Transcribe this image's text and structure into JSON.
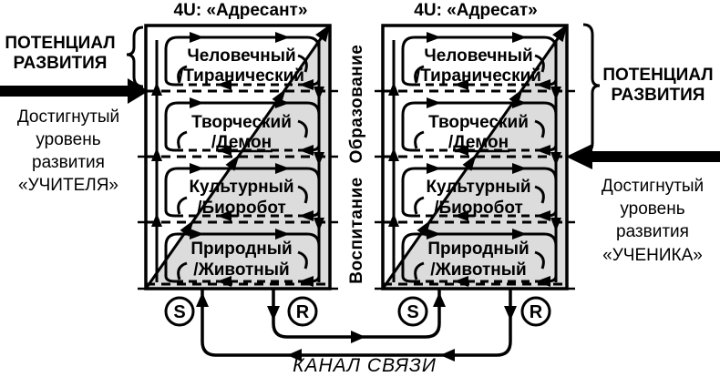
{
  "diagram": {
    "title_left": "4U: «Адресант»",
    "title_right": "4U: «Адресат»",
    "potential_label": {
      "line1": "ПОТЕНЦИАЛ",
      "line2": "РАЗВИТИЯ"
    },
    "achieved_teacher": {
      "line1": "Достигнутый",
      "line2": "уровень",
      "line3": "развития",
      "line4": "«УЧИТЕЛЯ»"
    },
    "achieved_student": {
      "line1": "Достигнутый",
      "line2": "уровень",
      "line3": "развития",
      "line4": "«УЧЕНИКА»"
    },
    "process_labels": {
      "education": "Образование",
      "upbringing": "Воспитание"
    },
    "levels": [
      {
        "line1": "Человечный",
        "line2": "/Тиранический"
      },
      {
        "line1": "Творческий",
        "line2": "/Демон"
      },
      {
        "line1": "Культурный",
        "line2": "/Биоробот"
      },
      {
        "line1": "Природный",
        "line2": "/Животный"
      }
    ],
    "ports": {
      "sender": "S",
      "receiver": "R"
    },
    "channel_label": "КАНАЛ СВЯЗИ",
    "colors": {
      "ink": "#000000",
      "shade": "#dcdcdc",
      "background": "#ffffff"
    }
  }
}
